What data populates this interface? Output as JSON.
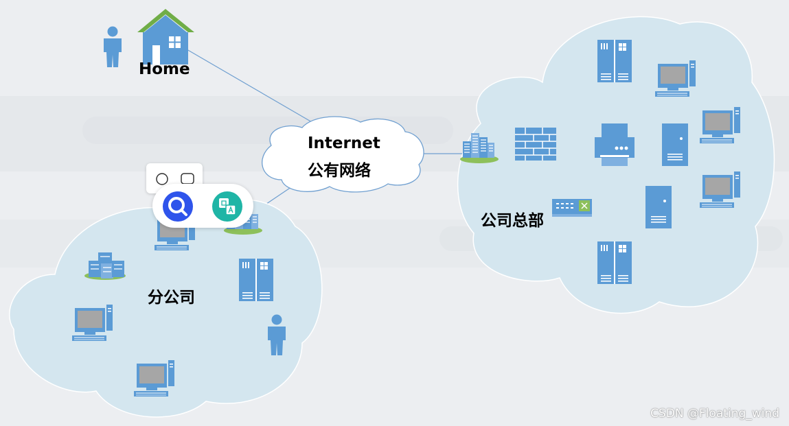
{
  "labels": {
    "home": "Home",
    "internet_line1": "Internet",
    "internet_line2": "公有网络",
    "headquarters": "公司总部",
    "branch": "分公司"
  },
  "watermark": "CSDN @Floating_wind",
  "colors": {
    "cloud_fill": "#d4e6ef",
    "device_blue": "#5b9bd5",
    "roof_green": "#70ad47",
    "link_line": "#6f9fd0"
  },
  "popup_icons": [
    "circle-icon",
    "rounded-square-icon",
    "search-icon",
    "translate-icon"
  ]
}
